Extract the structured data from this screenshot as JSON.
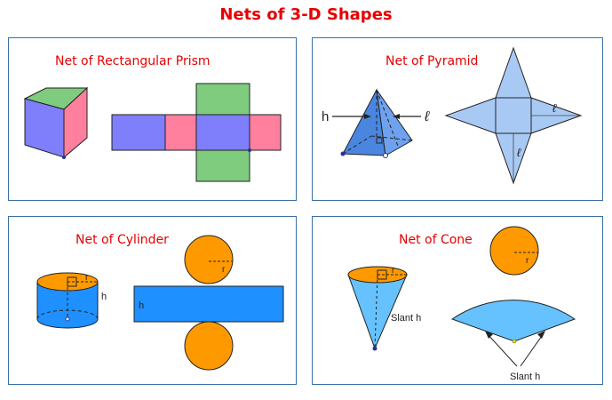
{
  "title": "Nets of 3-D Shapes",
  "panels": {
    "prism": {
      "label": "Net of Rectangular Prism"
    },
    "pyramid": {
      "label": "Net of Pyramid",
      "height_label": "h",
      "slant_label": "ℓ"
    },
    "cylinder": {
      "label": "Net of Cylinder",
      "height_label": "h",
      "radius_label": "r"
    },
    "cone": {
      "label": "Net of Cone",
      "slant_label": "Slant h",
      "radius_label": "r"
    }
  },
  "colors": {
    "title": "#e60000",
    "border": "#3a6ea5",
    "prism_front": "#7f7ffc",
    "prism_side": "#ff7f9e",
    "prism_top": "#7fcc7f",
    "pyramid": "#5b93e8",
    "pyramid_net": "#a9c9f5",
    "cylinder_orange": "#ff9900",
    "cylinder_blue": "#1e90ff",
    "cone_blue": "#66c2ff"
  }
}
